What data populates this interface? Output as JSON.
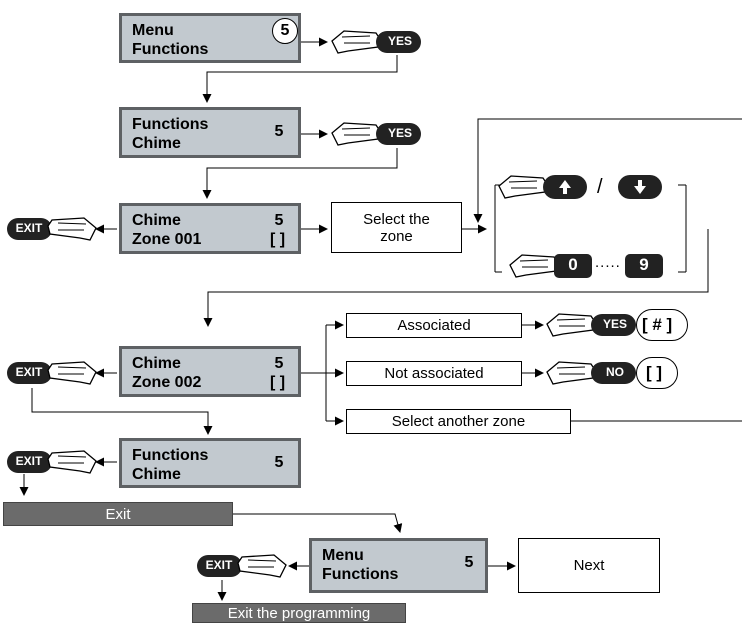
{
  "screens": {
    "menu_functions": {
      "line1": "Menu",
      "line2": "Functions",
      "value": "5"
    },
    "functions_chime": {
      "line1": "Functions",
      "line2": "Chime",
      "value": "5"
    },
    "chime_zone1": {
      "line1": "Chime",
      "line2": "Zone 001",
      "value": "5",
      "state": "[ ]"
    },
    "chime_zone2": {
      "line1": "Chime",
      "line2": "Zone 002",
      "value": "5",
      "state": "[ ]"
    },
    "functions_chime_2": {
      "line1": "Functions",
      "line2": "Chime",
      "value": "5"
    },
    "menu_functions_2": {
      "line1": "Menu",
      "line2": "Functions",
      "value": "5"
    }
  },
  "boxes": {
    "select_zone": "Select the zone",
    "associated": "Associated",
    "not_associated": "Not associated",
    "select_another": "Select another zone",
    "next": "Next"
  },
  "bars": {
    "exit": "Exit",
    "exit_programming": "Exit the programming"
  },
  "keys": {
    "yes": "YES",
    "no": "NO",
    "exit": "EXIT",
    "zero": "0",
    "nine": "9",
    "slash": "/",
    "dots": "....."
  },
  "states": {
    "associated": "[ # ]",
    "not_associated": "[ ]"
  }
}
